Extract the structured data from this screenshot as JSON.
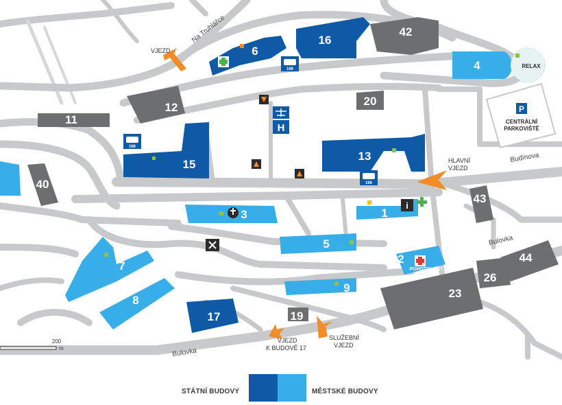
{
  "colors": {
    "road": "#c7c9cb",
    "road_light": "#dfe0e1",
    "state_building": "#0e5aa7",
    "city_building": "#38aee8",
    "other_building": "#6d6e70",
    "entrance_arrow": "#f28c28",
    "accent_green": "#8bc34a",
    "cross_red": "#e53935"
  },
  "buildings": {
    "b1": "1",
    "b2": "2",
    "b3": "3",
    "b4": "4",
    "b5": "5",
    "b6": "6",
    "b7": "7",
    "b8": "8",
    "b9": "9",
    "b11": "11",
    "b12": "12",
    "b13": "13",
    "b15": "15",
    "b16": "16",
    "b17": "17",
    "b19": "19",
    "b20": "20",
    "b23": "23",
    "b26": "26",
    "b40": "40",
    "b42": "42",
    "b43": "43",
    "b44": "44"
  },
  "labels": {
    "relax": "RELAX",
    "pohotovost": "POHOTOVOST",
    "parking_line1": "CENTRÁLNÍ",
    "parking_line2": "PARKOVIŠTĚ",
    "parking_letter": "P",
    "helipad_letter": "H",
    "info_letter": "i",
    "bus_number": "166"
  },
  "streets": {
    "na_truhlarce": "Na Truhlářce",
    "budinova": "Budínova",
    "bulovka_right": "Bulovka",
    "bulovka_bottom": "Bulovka"
  },
  "entrances": {
    "vjezd": "VJEZD",
    "hlavni_line1": "HLAVNÍ",
    "hlavni_line2": "VJEZD",
    "k17_line1": "VJEZD",
    "k17_line2": "K BUDOVĚ 17",
    "sluzebni_line1": "SLUŽEBNÍ",
    "sluzebni_line2": "VJEZD"
  },
  "scale": {
    "value": "200",
    "unit": "m"
  },
  "legend": {
    "state": "STÁTNÍ BUDOVY",
    "city": "MĚSTSKÉ BUDOVY"
  }
}
